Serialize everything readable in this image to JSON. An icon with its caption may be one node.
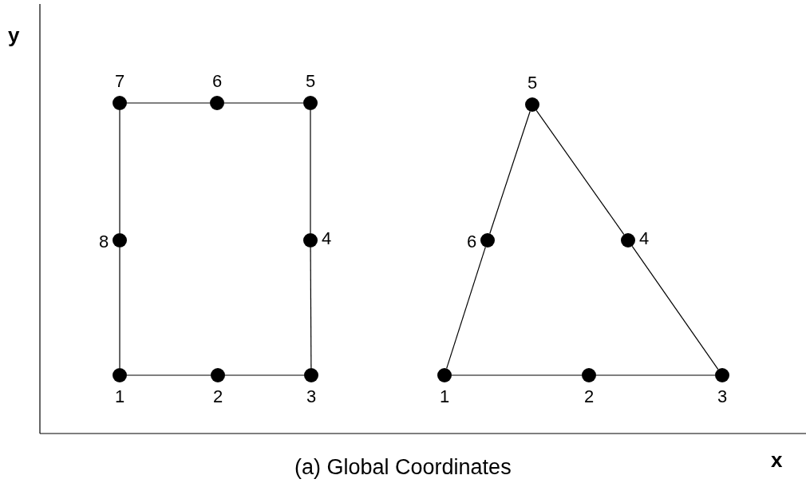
{
  "diagram": {
    "caption": "(a) Global Coordinates",
    "nodes": [
      {
        "text": [],
        "shape": "circle",
        "beside": [
          "1"
        ]
      },
      {
        "text": [],
        "shape": "circle",
        "beside": [
          "2"
        ]
      },
      {
        "text": [],
        "shape": "circle",
        "beside": [
          "3"
        ]
      },
      {
        "text": [],
        "shape": "circle",
        "beside": [
          "4"
        ]
      },
      {
        "text": [],
        "shape": "circle",
        "beside": [
          "5"
        ]
      },
      {
        "text": [],
        "shape": "circle",
        "beside": [
          "6"
        ]
      },
      {
        "text": [],
        "shape": "circle",
        "beside": [
          "7"
        ]
      },
      {
        "text": [],
        "shape": "circle",
        "beside": [
          "8"
        ]
      },
      {
        "text": [],
        "shape": "circle",
        "beside": [
          "1"
        ]
      },
      {
        "text": [],
        "shape": "circle",
        "beside": [
          "2"
        ]
      },
      {
        "text": [],
        "shape": "circle",
        "beside": [
          "3"
        ]
      },
      {
        "text": [],
        "shape": "circle",
        "beside": [
          "4"
        ]
      },
      {
        "text": [],
        "shape": "circle",
        "beside": [
          "5"
        ]
      },
      {
        "text": [],
        "shape": "circle",
        "beside": [
          "6"
        ]
      }
    ],
    "edges": [
      {
        "from": 0,
        "to": 1,
        "arrow": "none"
      },
      {
        "from": 1,
        "to": 2,
        "arrow": "none"
      },
      {
        "from": 2,
        "to": 3,
        "arrow": "none"
      },
      {
        "from": 3,
        "to": 4,
        "arrow": "none"
      },
      {
        "from": 4,
        "to": 5,
        "arrow": "none"
      },
      {
        "from": 5,
        "to": 6,
        "arrow": "none"
      },
      {
        "from": 6,
        "to": 7,
        "arrow": "none"
      },
      {
        "from": 7,
        "to": 0,
        "arrow": "none"
      },
      {
        "from": 8,
        "to": 9,
        "arrow": "none"
      },
      {
        "from": 9,
        "to": 10,
        "arrow": "none"
      },
      {
        "from": 10,
        "to": 11,
        "arrow": "none"
      },
      {
        "from": 11,
        "to": 12,
        "arrow": "none"
      },
      {
        "from": 12,
        "to": 13,
        "arrow": "none"
      },
      {
        "from": 13,
        "to": 8,
        "arrow": "none"
      }
    ],
    "labels": [
      "y",
      "x"
    ]
  }
}
